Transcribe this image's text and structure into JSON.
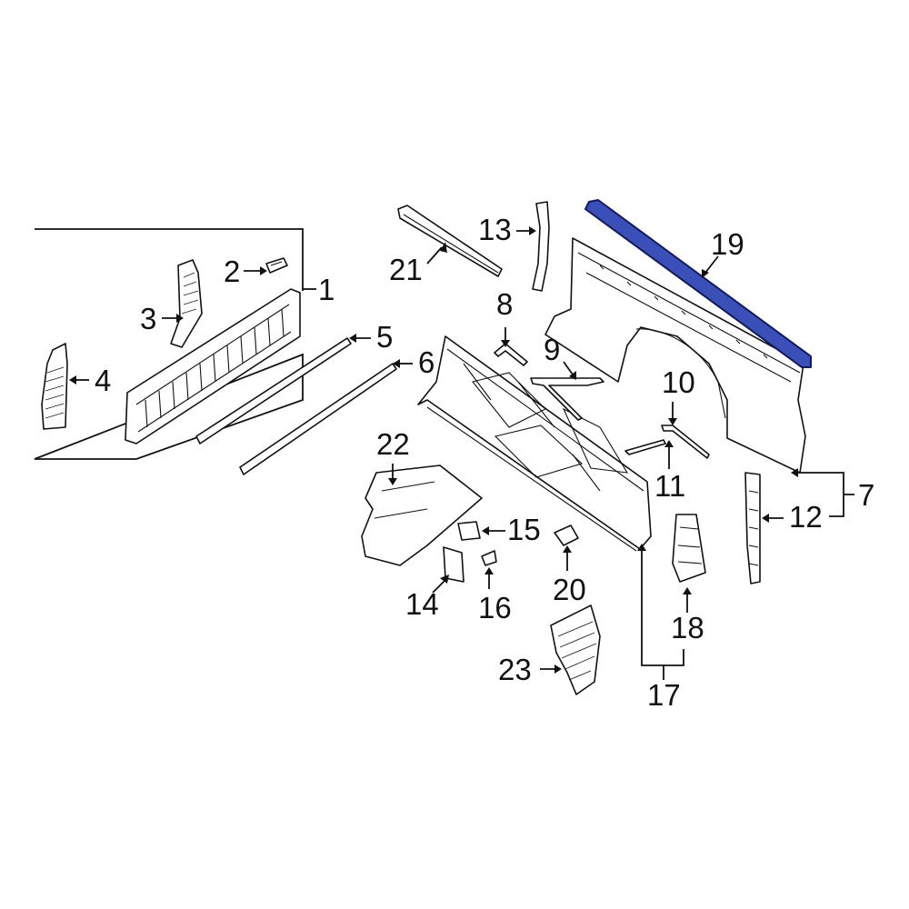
{
  "callouts": [
    "1",
    "2",
    "3",
    "4",
    "5",
    "6",
    "7",
    "8",
    "9",
    "10",
    "11",
    "12",
    "13",
    "14",
    "15",
    "16",
    "17",
    "18",
    "19",
    "20",
    "21",
    "22",
    "23"
  ],
  "colors": {
    "highlight": "#3a4fb8",
    "line": "#111111",
    "background": "#ffffff"
  },
  "highlighted_part": "19"
}
